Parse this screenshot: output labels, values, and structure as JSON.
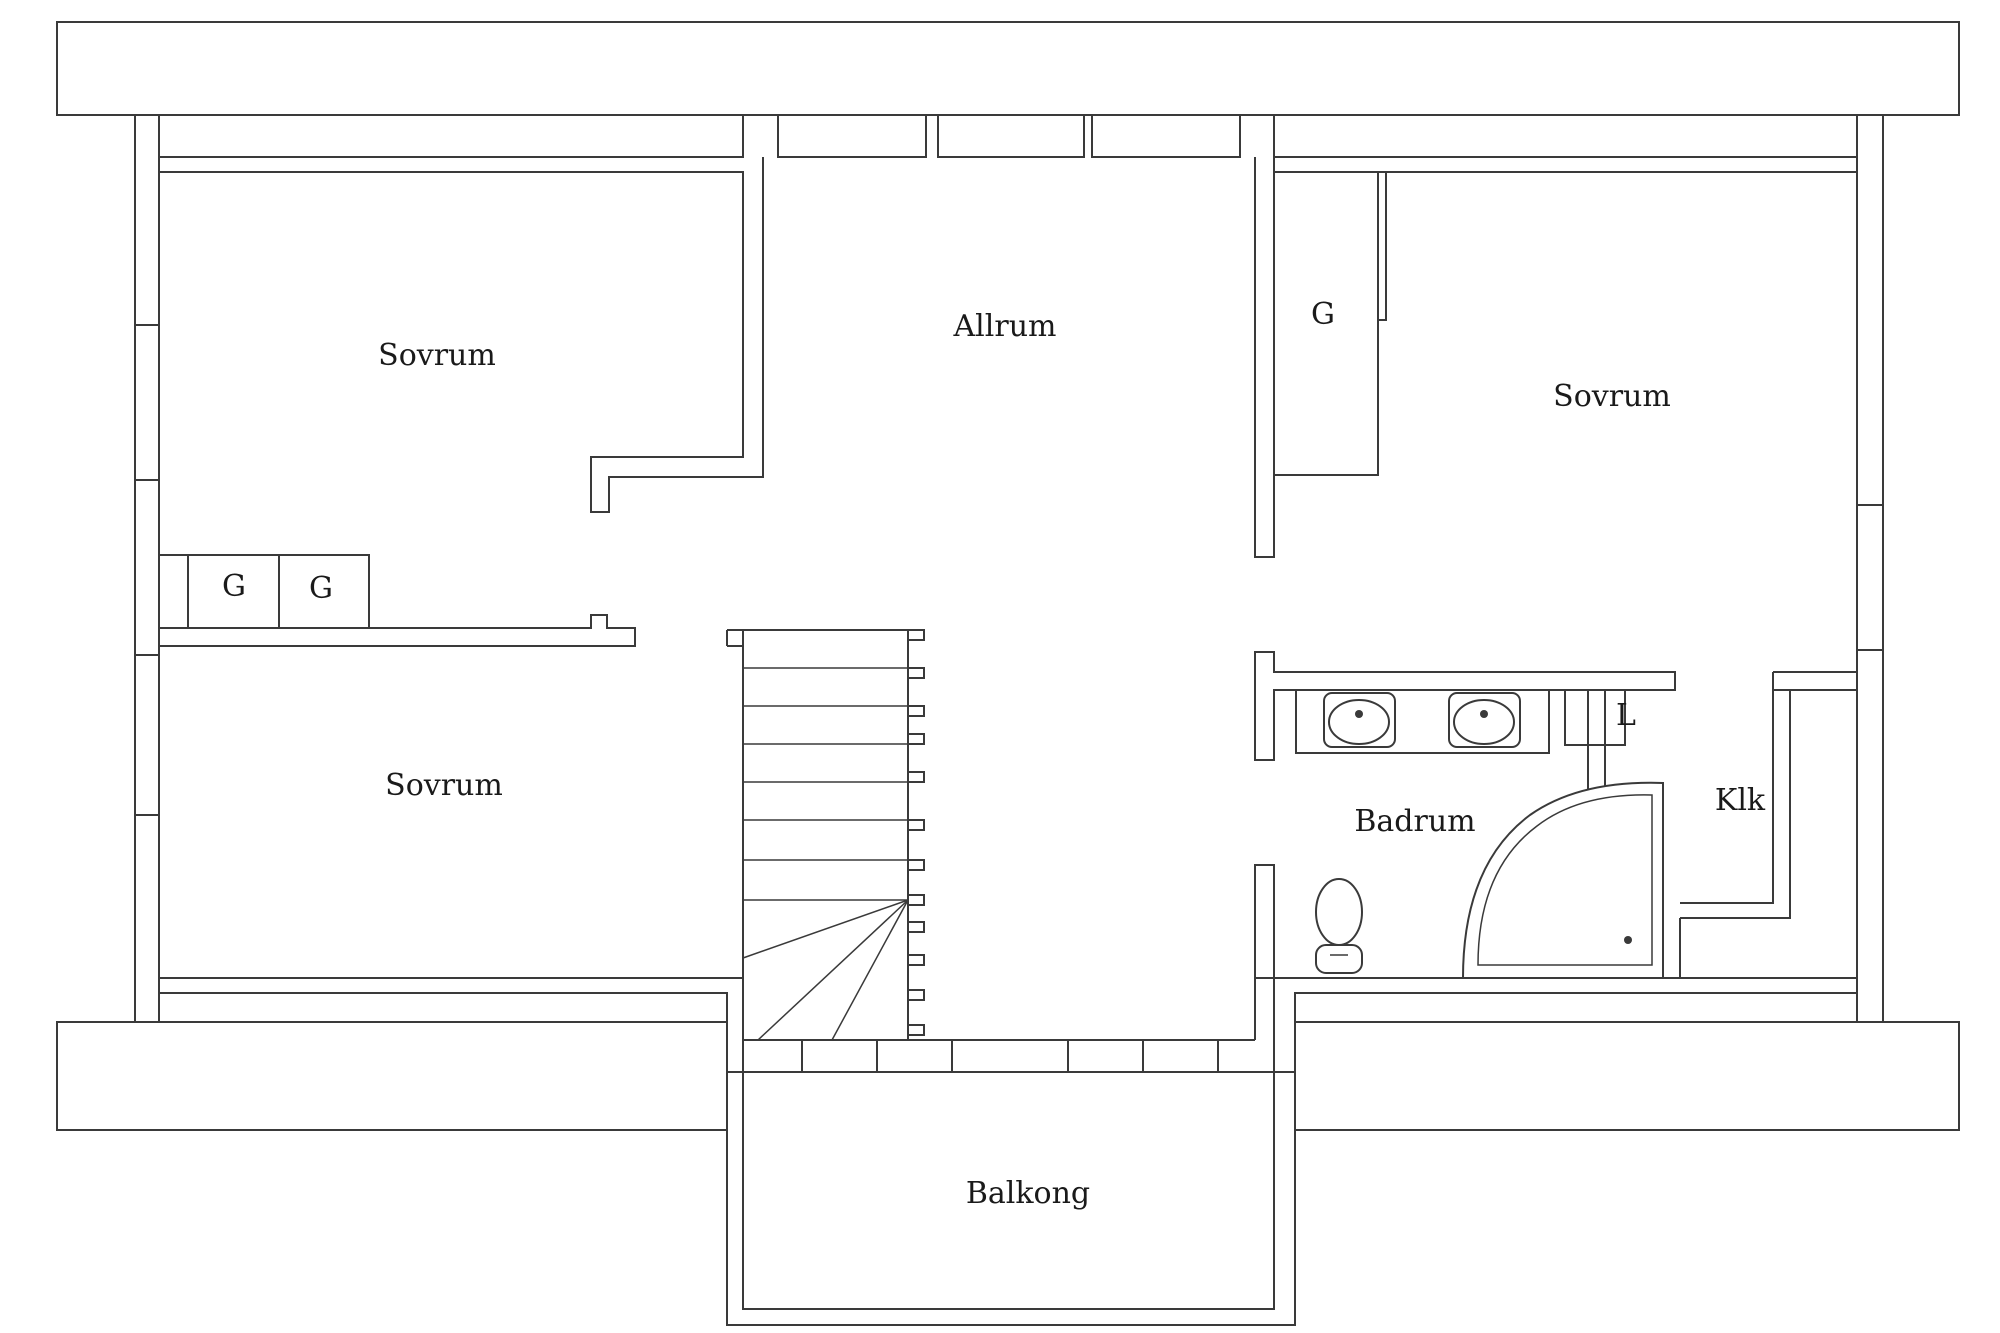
{
  "rooms": {
    "allrum": "Allrum",
    "sovrum_top_left": "Sovrum",
    "sovrum_bottom_left": "Sovrum",
    "sovrum_right": "Sovrum",
    "badrum": "Badrum",
    "klk": "Klk",
    "balkong": "Balkong"
  },
  "closets": {
    "g_left_1": "G",
    "g_left_2": "G",
    "g_right": "G",
    "l_bath": "L"
  }
}
